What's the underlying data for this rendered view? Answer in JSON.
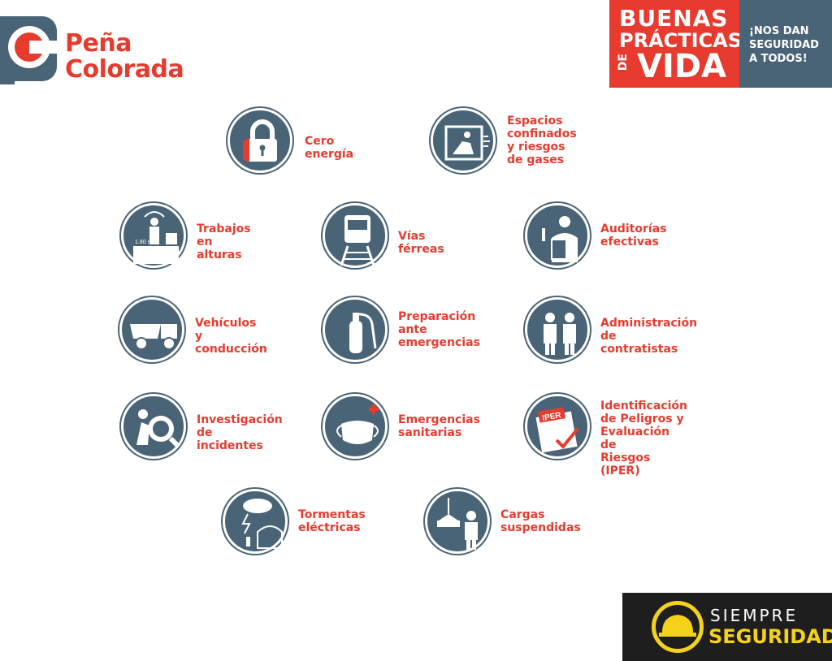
{
  "logo": {
    "line1": "Peña",
    "line2": "Colorada"
  },
  "banner": {
    "line1": "BUENAS",
    "line2": "PRÁCTICAS",
    "line3": "DE",
    "line4": "VIDA",
    "slogan1": "¡NOS DAN",
    "slogan2": "SEGURIDAD",
    "slogan3": "A TODOS!"
  },
  "items": [
    {
      "label": "Cero energía",
      "icon": "padlock-icon"
    },
    {
      "label": "Espacios\nconfinados\ny riesgos\nde gases",
      "icon": "confined-space-icon"
    },
    {
      "label": "Trabajos\nen alturas",
      "icon": "harness-worker-icon",
      "icon_text": "1.80 m"
    },
    {
      "label": "Vías férreas",
      "icon": "train-icon"
    },
    {
      "label": "Auditorías\nefectivas",
      "icon": "auditor-icon"
    },
    {
      "label": "Vehículos y\nconducción",
      "icon": "dump-truck-icon"
    },
    {
      "label": "Preparación\nante\nemergencias",
      "icon": "fire-extinguisher-icon"
    },
    {
      "label": "Administración\nde contratistas",
      "icon": "contractors-icon"
    },
    {
      "label": "Investigación\nde incidentes",
      "icon": "investigation-icon"
    },
    {
      "label": "Emergencias\nsanitarias",
      "icon": "face-mask-icon"
    },
    {
      "label": "Identificación\nde Peligros y\nEvaluación de\nRiesgos (IPER)",
      "icon": "iper-checklist-icon",
      "icon_text": "IPER"
    },
    {
      "label": "Tormentas\neléctricas",
      "icon": "storm-icon"
    },
    {
      "label": "Cargas\nsuspendidas",
      "icon": "crane-load-icon"
    }
  ],
  "badge": {
    "line1": "SIEMPRE",
    "line2": "SEGURIDAD",
    "icon": "hard-hat-icon"
  },
  "colors": {
    "red": "#e63b2e",
    "slate": "#4a6477",
    "yellow": "#f5d21a",
    "dark": "#1e1e1e"
  }
}
